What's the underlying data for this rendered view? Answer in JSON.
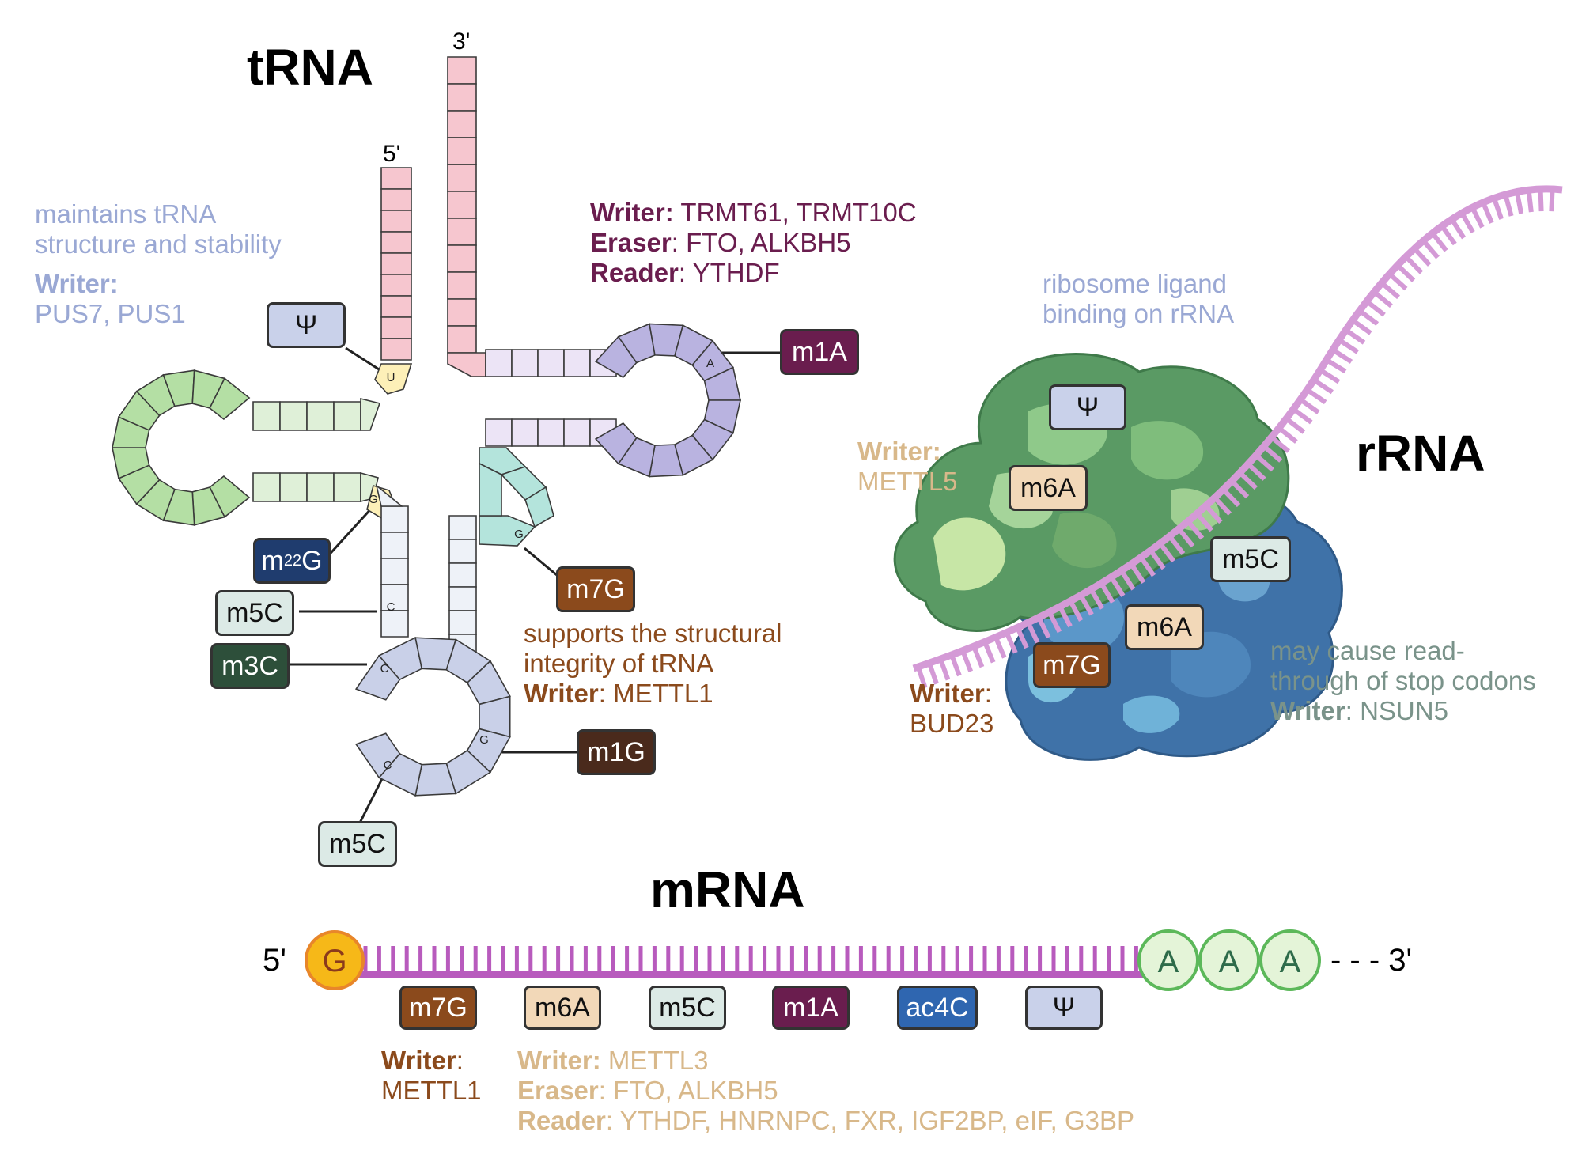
{
  "trna": {
    "title": "tRNA",
    "end5": "5'",
    "end3": "3'",
    "psi_note": {
      "line1": "maintains tRNA",
      "line2": "structure and stability",
      "writer_label": "Writer:",
      "writer_value": "PUS7,  PUS1"
    },
    "m1a_note": {
      "writer_label": "Writer:",
      "writer_value": " TRMT61, TRMT10C",
      "eraser_label": "Eraser",
      "eraser_value": ": FTO, ALKBH5",
      "reader_label": "Reader",
      "reader_value": ": YTHDF"
    },
    "m7g_note": {
      "line1": "supports the structural",
      "line2": "integrity of tRNA",
      "writer_label": "Writer",
      "writer_value": ": METTL1"
    },
    "nucleotides": {
      "u": "U",
      "g": "G",
      "a": "A",
      "g_tloop": "G",
      "c1": "C",
      "c2": "C",
      "c3": "C",
      "g_anti": "G"
    },
    "marks": {
      "psi": "Ψ",
      "m1a": "m1A",
      "m22g_base": "m",
      "m22g_sub": "2",
      "m22g_sup": "2",
      "m22g_end": "G",
      "m5c_a": "m5C",
      "m3c": "m3C",
      "m7g": "m7G",
      "m1g": "m1G",
      "m5c_b": "m5C"
    }
  },
  "rrna": {
    "title": "rRNA",
    "ligand_note": {
      "line1": "ribosome ligand",
      "line2": "binding on rRNA"
    },
    "mettl5_note": {
      "writer_label": "Writer:",
      "writer_value": "METTL5"
    },
    "bud23_note": {
      "writer_label": "Writer",
      "writer_colon": ":",
      "writer_value": "BUD23"
    },
    "nsun5_note": {
      "line1": "may cause read-",
      "line2": "through of stop codons",
      "writer_label": "Writer",
      "writer_value": ": NSUN5"
    },
    "marks": {
      "psi": "Ψ",
      "m6a_a": "m6A",
      "m5c": "m5C",
      "m6a_b": "m6A",
      "m7g": "m7G"
    }
  },
  "mrna": {
    "title": "mRNA",
    "end5": "5'",
    "end3": "- - - 3'",
    "cap": "G",
    "polya": [
      "A",
      "A",
      "A"
    ],
    "marks": {
      "m7g": "m7G",
      "m6a": "m6A",
      "m5c": "m5C",
      "m1a": "m1A",
      "ac4c": "ac4C",
      "psi": "Ψ"
    },
    "mettl1_note": {
      "writer_label": "Writer",
      "writer_colon": ":",
      "writer_value": "METTL1"
    },
    "mettl3_note": {
      "writer_label": "Writer:",
      "writer_value": " METTL3",
      "eraser_label": "Eraser",
      "eraser_value": ": FTO, ALKBH5",
      "reader_label": "Reader",
      "reader_value": ": YTHDF, HNRNPC, FXR, IGF2BP, eIF, G3BP"
    }
  },
  "colors": {
    "acceptor": "#f6c6cf",
    "dstem": "#dff0d8",
    "dloop": "#b4dfa4",
    "tstem": "#ece4f6",
    "tloop": "#b9b3e0",
    "teal": "#b4e4dc",
    "anti": "#c9d0e8",
    "antistem": "#eef2f8",
    "junction": "#fdf0b8",
    "mrna_line": "#b85bbd",
    "rrna_line": "#d49ad6",
    "psi_box": "#c9d1ea",
    "m1a_box": "#6a1d4e",
    "m22g_box": "#1f3c6e",
    "m5c_box": "#dceae6",
    "m3c_box": "#2d4f3a",
    "m7g_box": "#8b4a1c",
    "m1g_box": "#4a2a1c",
    "m6a_box": "#f2d8b8",
    "ac4c_box": "#2f66b0",
    "note_psi": "#9aa8d4",
    "note_m1a": "#6a1d4e",
    "note_m7g": "#8b4a1c",
    "note_m6a": "#d8b88a",
    "note_m5c": "#7a938a"
  }
}
